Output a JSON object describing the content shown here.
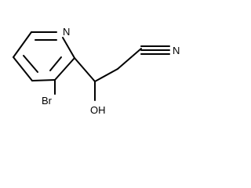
{
  "molecule": {
    "atoms": {
      "nitrogen_ring": "N",
      "bromine": "Br",
      "hydroxyl": "OH",
      "nitrile_nitrogen": "N"
    },
    "colors": {
      "bond": "#000000",
      "background": "#ffffff"
    }
  }
}
